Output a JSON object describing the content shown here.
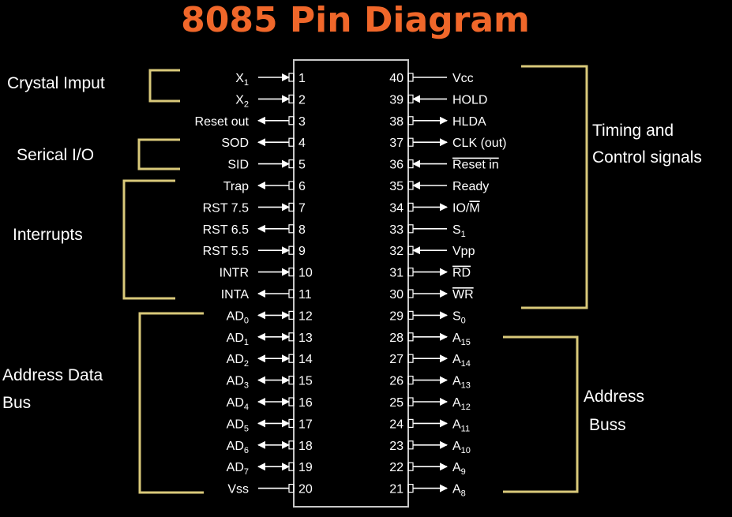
{
  "title": "8085 Pin Diagram",
  "colors": {
    "background": "#000000",
    "title": "#f0672a",
    "chip_outline": "#c8c8c8",
    "bracket": "#d9c97a",
    "text": "#ffffff"
  },
  "left_pins": [
    {
      "num": "1",
      "label": "X",
      "sub": "1",
      "dir": "in"
    },
    {
      "num": "2",
      "label": "X",
      "sub": "2",
      "dir": "in"
    },
    {
      "num": "3",
      "label": "Reset out",
      "dir": "out"
    },
    {
      "num": "4",
      "label": "SOD",
      "dir": "out"
    },
    {
      "num": "5",
      "label": "SID",
      "dir": "in"
    },
    {
      "num": "6",
      "label": "Trap",
      "dir": "out"
    },
    {
      "num": "7",
      "label": "RST 7.5",
      "dir": "in"
    },
    {
      "num": "8",
      "label": "RST 6.5",
      "dir": "out"
    },
    {
      "num": "9",
      "label": "RST 5.5",
      "dir": "in"
    },
    {
      "num": "10",
      "label": "INTR",
      "dir": "in"
    },
    {
      "num": "11",
      "label": "INTA",
      "dir": "out"
    },
    {
      "num": "12",
      "label": "AD",
      "sub": "0",
      "dir": "bi"
    },
    {
      "num": "13",
      "label": "AD",
      "sub": "1",
      "dir": "bi"
    },
    {
      "num": "14",
      "label": "AD",
      "sub": "2",
      "dir": "bi"
    },
    {
      "num": "15",
      "label": "AD",
      "sub": "3",
      "dir": "bi"
    },
    {
      "num": "16",
      "label": "AD",
      "sub": "4",
      "dir": "bi"
    },
    {
      "num": "17",
      "label": "AD",
      "sub": "5",
      "dir": "bi"
    },
    {
      "num": "18",
      "label": "AD",
      "sub": "6",
      "dir": "bi"
    },
    {
      "num": "19",
      "label": "AD",
      "sub": "7",
      "dir": "bi"
    },
    {
      "num": "20",
      "label": "Vss",
      "dir": "none"
    }
  ],
  "right_pins": [
    {
      "num": "40",
      "label": "Vcc",
      "dir": "none"
    },
    {
      "num": "39",
      "label": "HOLD",
      "dir": "in"
    },
    {
      "num": "38",
      "label": "HLDA",
      "dir": "out"
    },
    {
      "num": "37",
      "label": "CLK (out)",
      "dir": "out"
    },
    {
      "num": "36",
      "label": "Reset in",
      "overline": true,
      "dir": "in"
    },
    {
      "num": "35",
      "label": "Ready",
      "dir": "in"
    },
    {
      "num": "34",
      "label": "IO/",
      "over_tail": "M",
      "dir": "out"
    },
    {
      "num": "33",
      "label": "S",
      "sub": "1",
      "dir": "none"
    },
    {
      "num": "32",
      "label": "Vpp",
      "dir": "in"
    },
    {
      "num": "31",
      "label": "RD",
      "overline": true,
      "dir": "out"
    },
    {
      "num": "30",
      "label": "WR",
      "overline": true,
      "dir": "out"
    },
    {
      "num": "29",
      "label": "S",
      "sub": "0",
      "dir": "out"
    },
    {
      "num": "28",
      "label": "A",
      "sub": "15",
      "dir": "out"
    },
    {
      "num": "27",
      "label": "A",
      "sub": "14",
      "dir": "out"
    },
    {
      "num": "26",
      "label": "A",
      "sub": "13",
      "dir": "out"
    },
    {
      "num": "25",
      "label": "A",
      "sub": "12",
      "dir": "out"
    },
    {
      "num": "24",
      "label": "A",
      "sub": "11",
      "dir": "out"
    },
    {
      "num": "23",
      "label": "A",
      "sub": "10",
      "dir": "out"
    },
    {
      "num": "22",
      "label": "A",
      "sub": "9",
      "dir": "out"
    },
    {
      "num": "21",
      "label": "A",
      "sub": "8",
      "dir": "out"
    }
  ],
  "groups": {
    "crystal": "Crystal Imput",
    "serial": "Serical I/O",
    "interrupts": "Interrupts",
    "address_data_1": "Address Data",
    "address_data_2": "Bus",
    "timing_1": "Timing and",
    "timing_2": "Control signals",
    "address_1": "Address",
    "address_2": "Buss"
  }
}
